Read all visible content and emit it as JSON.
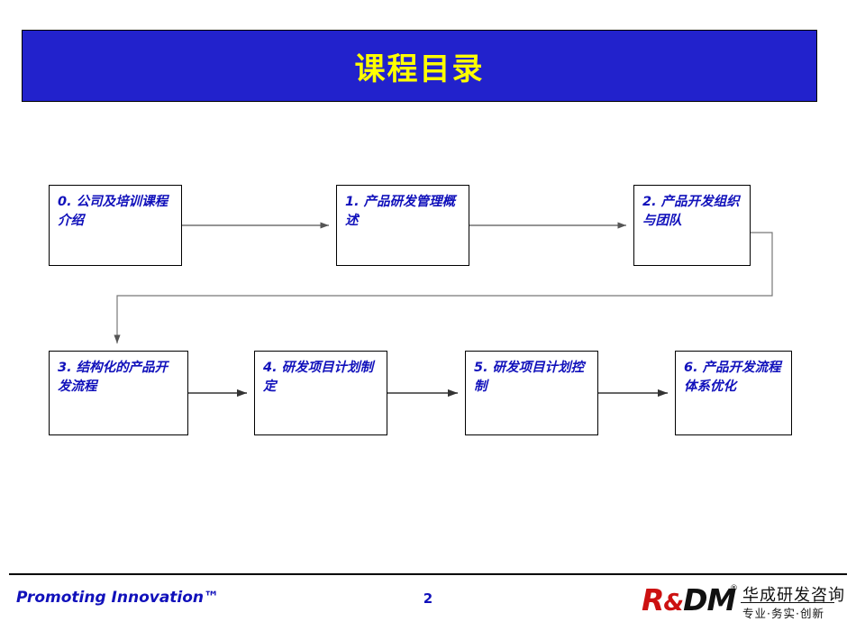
{
  "slide": {
    "title": "课程目录",
    "page_number": "2",
    "title_bg_color": "#2222CC",
    "title_text_color": "#FFFF00",
    "node_text_color": "#1111BB"
  },
  "diagram": {
    "type": "flowchart",
    "nodes": [
      {
        "id": "node-0",
        "label": "0. 公司及培训课程介绍"
      },
      {
        "id": "node-1",
        "label": "1. 产品研发管理概述"
      },
      {
        "id": "node-2",
        "label": "2. 产品开发组织与团队"
      },
      {
        "id": "node-3",
        "label": "3. 结构化的产品开发流程"
      },
      {
        "id": "node-4",
        "label": "4. 研发项目计划制定"
      },
      {
        "id": "node-5",
        "label": "5. 研发项目计划控制"
      },
      {
        "id": "node-6",
        "label": "6. 产品开发流程体系优化"
      }
    ],
    "edges": [
      {
        "from": "node-0",
        "to": "node-1"
      },
      {
        "from": "node-1",
        "to": "node-2"
      },
      {
        "from": "node-2",
        "to": "node-3"
      },
      {
        "from": "node-3",
        "to": "node-4"
      },
      {
        "from": "node-4",
        "to": "node-5"
      },
      {
        "from": "node-5",
        "to": "node-6"
      }
    ]
  },
  "footer": {
    "tagline": "Promoting Innovation™",
    "logo": {
      "mark_r": "R",
      "mark_amp": "&",
      "mark_dm": "DM",
      "registered": "®",
      "cn_main": "华成研发咨询",
      "cn_sub": "专业·务实·创新"
    }
  }
}
